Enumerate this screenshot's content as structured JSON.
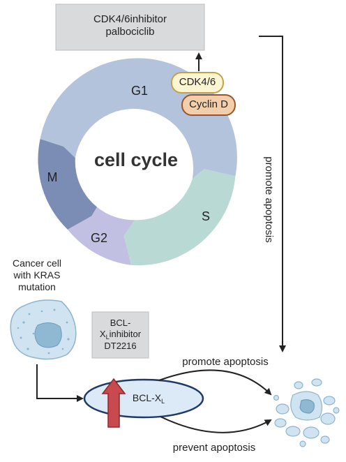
{
  "inhibitor_box": {
    "line1": "CDK4/6inhibitor",
    "line2": "palbociclib"
  },
  "complex": {
    "cdk": "CDK4/6",
    "cyclin": "Cyclin D"
  },
  "cycle": {
    "center": "cell cycle",
    "phases": {
      "g1": "G1",
      "s": "S",
      "g2": "G2",
      "m": "M"
    }
  },
  "side_label": "promote apoptosis",
  "cancer_cell": {
    "line1": "Cancer cell",
    "line2": "with KRAS",
    "line3": "mutation"
  },
  "bcl_inhibitor": {
    "line1": "BCL-",
    "line2_main": "X",
    "line2_sub": "L",
    "line2_rest": "inhibitor",
    "line3": "DT2216"
  },
  "bcl_node": {
    "main": "BCL-X",
    "sub": "L"
  },
  "arrows": {
    "promote": "promote apoptosis",
    "prevent": "prevent apoptosis"
  },
  "colors": {
    "g1": "#b4c3dc",
    "s": "#b9d9d4",
    "g2": "#c1c0e3",
    "m": "#7b8db4",
    "up_arrow": "#c94a4e",
    "box_fill": "#d9dadb",
    "ellipse_fill": "#dbeaf6",
    "ellipse_stroke": "#1f3a66"
  }
}
